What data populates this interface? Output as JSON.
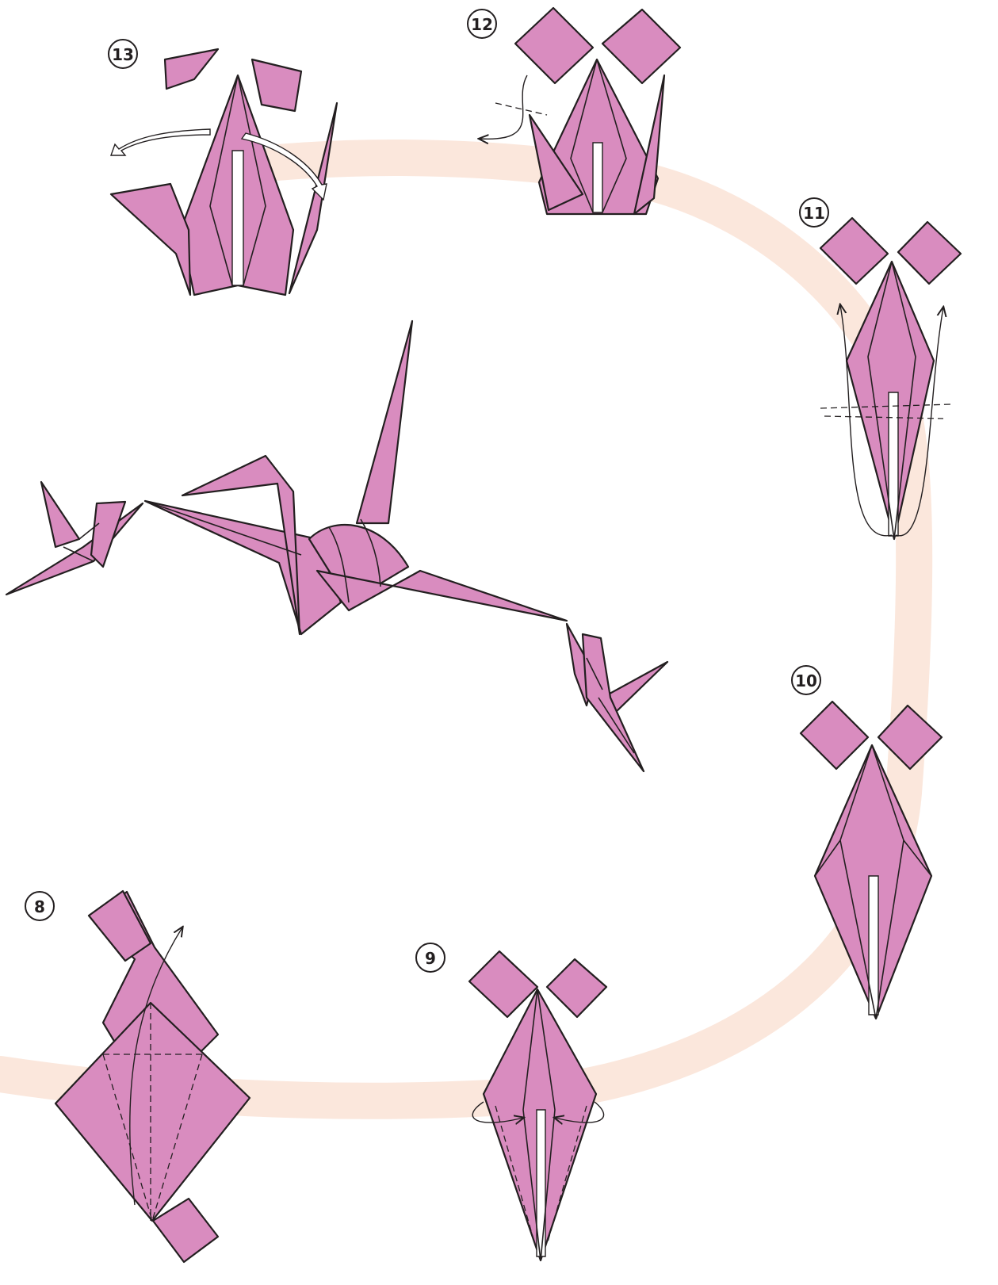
{
  "colors": {
    "paper": "#d98cbf",
    "outline": "#231f20",
    "path_band": "#fbe7dc",
    "background": "#ffffff"
  },
  "steps": [
    {
      "number": "8"
    },
    {
      "number": "9"
    },
    {
      "number": "10"
    },
    {
      "number": "11"
    },
    {
      "number": "12"
    },
    {
      "number": "13"
    }
  ]
}
